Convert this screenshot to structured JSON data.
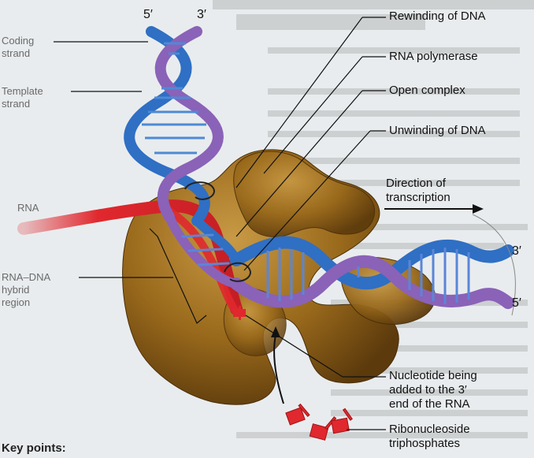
{
  "diagram": {
    "labels": {
      "coding_strand": [
        "Coding",
        "strand"
      ],
      "template_strand": [
        "Template",
        "strand"
      ],
      "rna": "RNA",
      "rna_dna_hybrid": [
        "RNA–DNA",
        "hybrid",
        "region"
      ],
      "rewinding": "Rewinding of DNA",
      "rna_polymerase": "RNA polymerase",
      "open_complex": "Open complex",
      "unwinding": "Unwinding of DNA",
      "direction": [
        "Direction of",
        "transcription"
      ],
      "nucleotide": [
        "Nucleotide being",
        "added to the 3′",
        "end of the RNA"
      ],
      "ribonucleoside": [
        "Ribonucleoside",
        "triphosphates"
      ],
      "key_points": "Key points:"
    },
    "strand_ends": {
      "top_left": "5′",
      "top_right": "3′",
      "right_top": "3′",
      "right_bottom": "5′"
    },
    "colors": {
      "polymerase": "#9a6a1c",
      "dna_blue": "#2f6fc4",
      "dna_purple": "#8a62b8",
      "rna_red": "#e0282e"
    }
  }
}
